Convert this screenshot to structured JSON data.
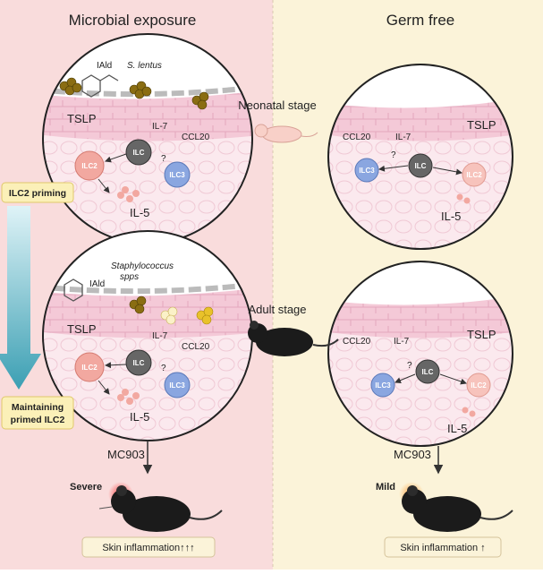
{
  "columns": {
    "left_title": "Microbial exposure",
    "right_title": "Germ free"
  },
  "stages": {
    "neonatal": "Neonatal stage",
    "adult": "Adult stage"
  },
  "labels": {
    "iald": "IAld",
    "s_lentus": "S. lentus",
    "staph": "Staphylococcus",
    "staph2": "spps",
    "tslp": "TSLP",
    "il7": "IL-7",
    "ccl20": "CCL20",
    "ilc": "ILC",
    "ilc2": "ILC2",
    "ilc3": "ILC3",
    "il5": "IL-5",
    "question": "?"
  },
  "side_boxes": {
    "priming": "ILC2 priming",
    "maintaining_1": "Maintaining",
    "maintaining_2": "primed ILC2"
  },
  "outcomes": {
    "trigger": "MC903",
    "severe": "Severe",
    "mild": "Mild",
    "left_result": "Skin inflammation↑↑↑",
    "right_result": "Skin inflammation ↑"
  },
  "colors": {
    "left_bg": "#f9dcdc",
    "right_bg": "#fbf3d9",
    "ilc": "#666666",
    "ilc2": "#f2a8a0",
    "ilc3": "#8aa6e0",
    "box": "#fbf0b8"
  }
}
